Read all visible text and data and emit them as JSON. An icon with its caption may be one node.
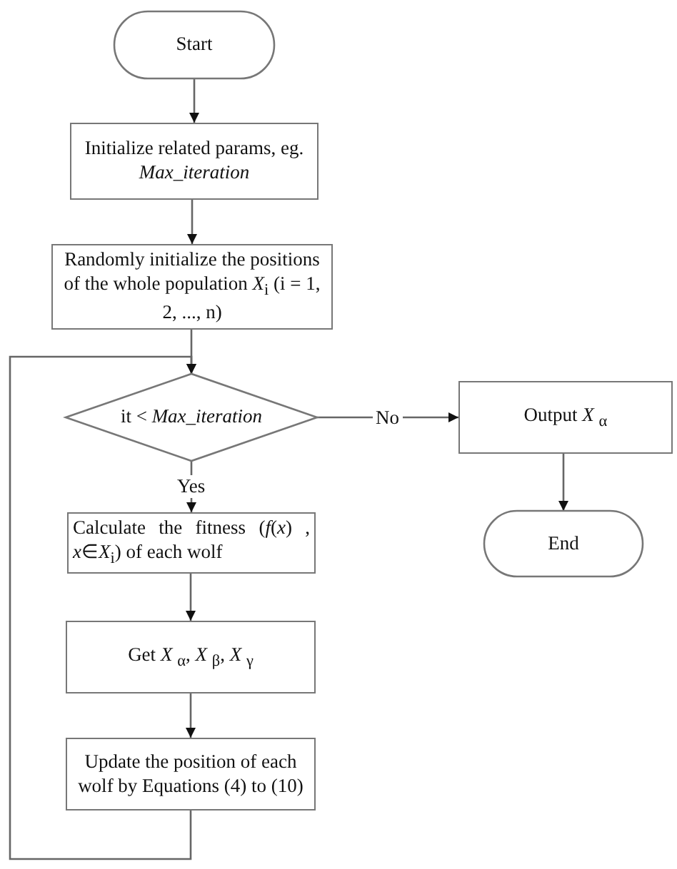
{
  "diagram": {
    "nodes": [
      {
        "text": [
          "Start"
        ]
      },
      {
        "text": [
          "Initialize related params, eg. *Max_iteration*"
        ]
      },
      {
        "text": [
          "Randomly initialize the positions of the whole population *X*$_{i}$ (i = 1, 2, ..., n)"
        ]
      },
      {
        "text": [
          "it < *Max_iteration*"
        ]
      },
      {
        "text": [
          "Output *X* $_{α}$"
        ]
      },
      {
        "text": [
          "End"
        ]
      },
      {
        "text": [
          "Calculate the fitness (*f*(*x*) , *x*∈*X*$_{i}$) of each wolf"
        ]
      },
      {
        "text": [
          "Get *X* $_{α}$, *X* $_{β}$, *X* $_{γ}$"
        ]
      },
      {
        "text": [
          "Update the position of each wolf by Equations (4) to (10)"
        ]
      }
    ],
    "edges": [
      {
        "from": 0,
        "to": 1,
        "arrow": "to"
      },
      {
        "from": 1,
        "to": 2,
        "arrow": "to"
      },
      {
        "from": 2,
        "to": 3,
        "arrow": "to"
      },
      {
        "from": 3,
        "to": 4,
        "arrow": "to",
        "label": "No"
      },
      {
        "from": 4,
        "to": 5,
        "arrow": "to"
      },
      {
        "from": 3,
        "to": 6,
        "arrow": "to",
        "label": "Yes"
      },
      {
        "from": 6,
        "to": 7,
        "arrow": "to"
      },
      {
        "from": 7,
        "to": 8,
        "arrow": "to"
      },
      {
        "from": 8,
        "to": 3,
        "arrow": "to"
      }
    ]
  }
}
